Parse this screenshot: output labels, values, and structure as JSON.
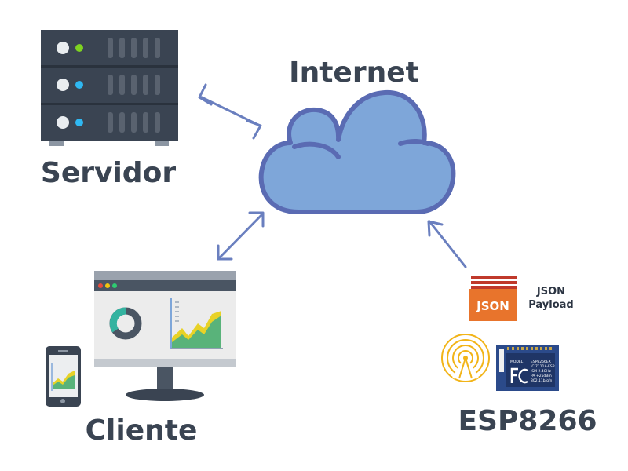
{
  "labels": {
    "internet": "Internet",
    "server": "Servidor",
    "client": "Cliente",
    "device": "ESP8266",
    "json_badge": "JSON",
    "payload_line1": "JSON",
    "payload_line2": "Payload"
  },
  "module_text": {
    "model": "MODEL",
    "line1": "ESP8266EX",
    "line2": "IC:7111A-ESP",
    "line3": "ISM 2.4GHz",
    "line4": "PA +25dBm",
    "line5": "802.11b/g/n"
  },
  "colors": {
    "cloud_fill": "#7ea6d9",
    "cloud_stroke": "#5a6bb3",
    "arrow": "#6a7fbf",
    "server_body": "#3a4452",
    "json_orange": "#e8742c",
    "wifi_yellow": "#f2b418",
    "module_blue": "#2b4a8a",
    "chart_green": "#59b37a",
    "chart_yellow": "#e8d227"
  }
}
